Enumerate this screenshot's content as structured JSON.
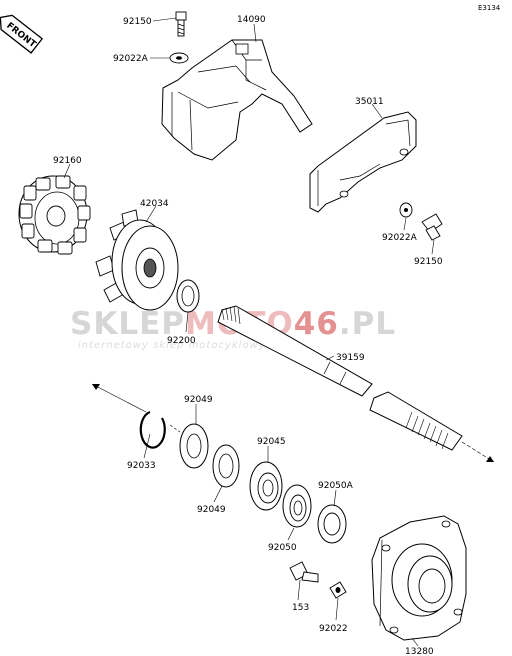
{
  "diagram_code": "E3134",
  "front_label": "FRONT",
  "watermark": {
    "brand_a": "SKLEP",
    "brand_b": "MOTO",
    "brand_c": "46",
    "brand_d": ".PL",
    "tagline": "internetowy sklep motocyklowy"
  },
  "callouts": {
    "c92150_top": "92150",
    "c14090": "14090",
    "c92022A_top": "92022A",
    "c35011": "35011",
    "c92160": "92160",
    "c42034": "42034",
    "c92022A_right": "92022A",
    "c92150_right": "92150",
    "c92200": "92200",
    "c39159": "39159",
    "c92049_a": "92049",
    "c92033": "92033",
    "c92045": "92045",
    "c92049_b": "92049",
    "c92050A": "92050A",
    "c92050": "92050",
    "c153": "153",
    "c92022": "92022",
    "c13280": "13280"
  }
}
